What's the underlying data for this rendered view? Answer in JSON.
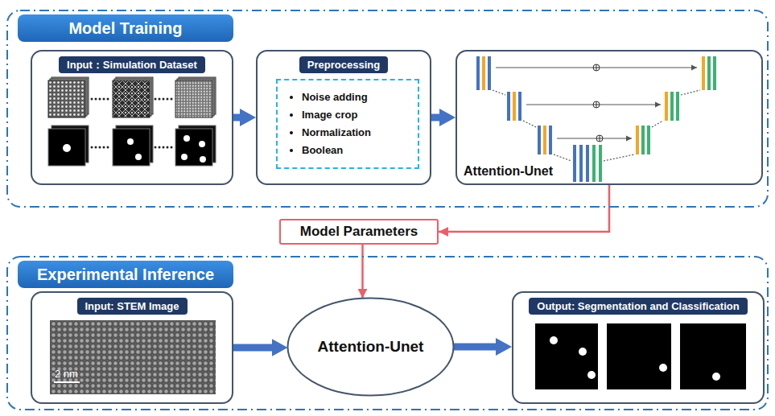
{
  "diagram": {
    "nodes": [
      {
        "text": [
          "Model Training"
        ]
      },
      {
        "text": [
          "Input：Simulation Dataset"
        ],
        "in": 0
      },
      {
        "text": [
          "Preprocessing"
        ],
        "in": 0
      },
      {
        "text": [
          "Noise adding",
          "Image crop",
          "Normalization",
          "Boolean"
        ],
        "in": 2
      },
      {
        "text": [
          "Attention-Unet"
        ],
        "in": 0
      },
      {
        "text": [
          "Model Parameters"
        ]
      },
      {
        "text": [
          "Experimental Inference"
        ]
      },
      {
        "text": [
          "Input: STEM Image"
        ],
        "in": 6
      },
      {
        "text": [
          "Attention-Unet"
        ],
        "in": 6
      },
      {
        "text": [
          "Output: Segmentation and Classification"
        ],
        "in": 6
      }
    ],
    "edges": [
      {
        "from": 1,
        "to": 2,
        "arrow": "to"
      },
      {
        "from": 2,
        "to": 4,
        "arrow": "to"
      },
      {
        "from": 4,
        "to": 5,
        "arrow": "to"
      },
      {
        "from": 5,
        "to": 8,
        "arrow": "to"
      },
      {
        "from": 7,
        "to": 8,
        "arrow": "to"
      },
      {
        "from": 8,
        "to": 9,
        "arrow": "to"
      }
    ],
    "labels": [
      "2 nm"
    ]
  }
}
